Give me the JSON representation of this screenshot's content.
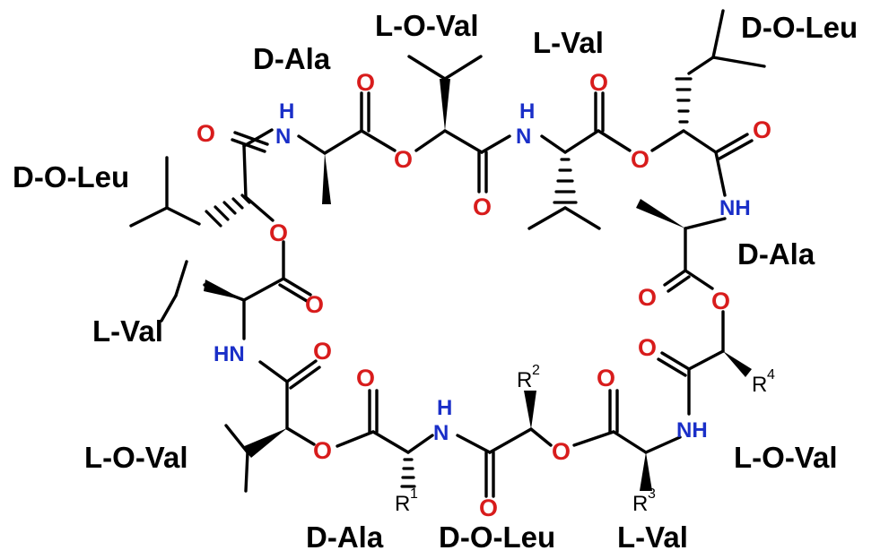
{
  "colors": {
    "oxygen": "#d81c1c",
    "nitrogen": "#1a2fc8",
    "bond": "#000000",
    "background": "#ffffff"
  },
  "residue_labels": {
    "top_left_ala": "D-Ala",
    "top_oval": "L-O-Val",
    "top_val": "L-Val",
    "top_right_oleu": "D-O-Leu",
    "left_oleu": "D-O-Leu",
    "right_ala": "D-Ala",
    "left_val": "L-Val",
    "left_oval": "L-O-Val",
    "right_oval": "L-O-Val",
    "bottom_ala": "D-Ala",
    "bottom_oleu": "D-O-Leu",
    "bottom_val": "L-Val"
  },
  "atoms": {
    "O": "O",
    "N": "N",
    "H": "H",
    "NH": "NH",
    "HN": "HN"
  },
  "r_groups": {
    "r1": {
      "letter": "R",
      "index": "1"
    },
    "r2": {
      "letter": "R",
      "index": "2"
    },
    "r3": {
      "letter": "R",
      "index": "3"
    },
    "r4": {
      "letter": "R",
      "index": "4"
    }
  }
}
